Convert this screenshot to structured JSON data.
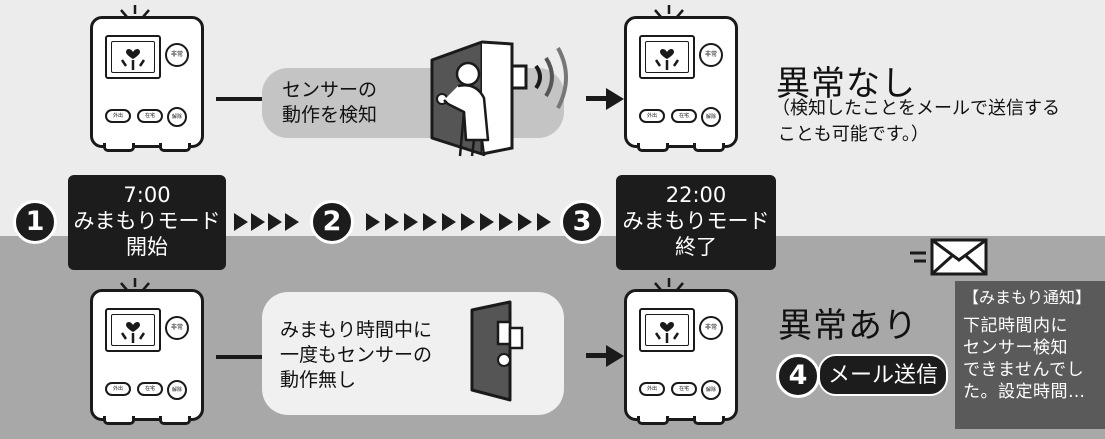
{
  "top": {
    "sensor_bubble": [
      "センサーの",
      "動作を検知"
    ],
    "result_title": "異常なし",
    "result_note": [
      "（検知したことをメールで送信する",
      " ことも可能です。）"
    ]
  },
  "timeline": {
    "step1_number": "1",
    "start_time": "7:00",
    "start_label": [
      "みまもりモード",
      "開始"
    ],
    "step2_number": "2",
    "step3_number": "3",
    "end_time": "22:00",
    "end_label": [
      "みまもりモード",
      "終了"
    ]
  },
  "bottom": {
    "no_motion_bubble": [
      "みまもり時間中に",
      "一度もセンサーの",
      "動作無し"
    ],
    "result_title": "異常あり",
    "step4_number": "4",
    "mail_label": "メール送信"
  },
  "notification": {
    "title": "【みまもり通知】",
    "body": [
      "下記時間内に",
      "センサー検知",
      "できませんでし",
      "た。設定時間…"
    ]
  },
  "device": {
    "button_emergency": "非常",
    "button_out": "外出",
    "button_home": "在宅",
    "button_release": "解除"
  },
  "colors": {
    "top_band": "#ececec",
    "bottom_band": "#a8a8a8",
    "badge": "#1c1c1c",
    "bubble": "#c4c4c4",
    "notification_panel": "#5a5a5a"
  }
}
